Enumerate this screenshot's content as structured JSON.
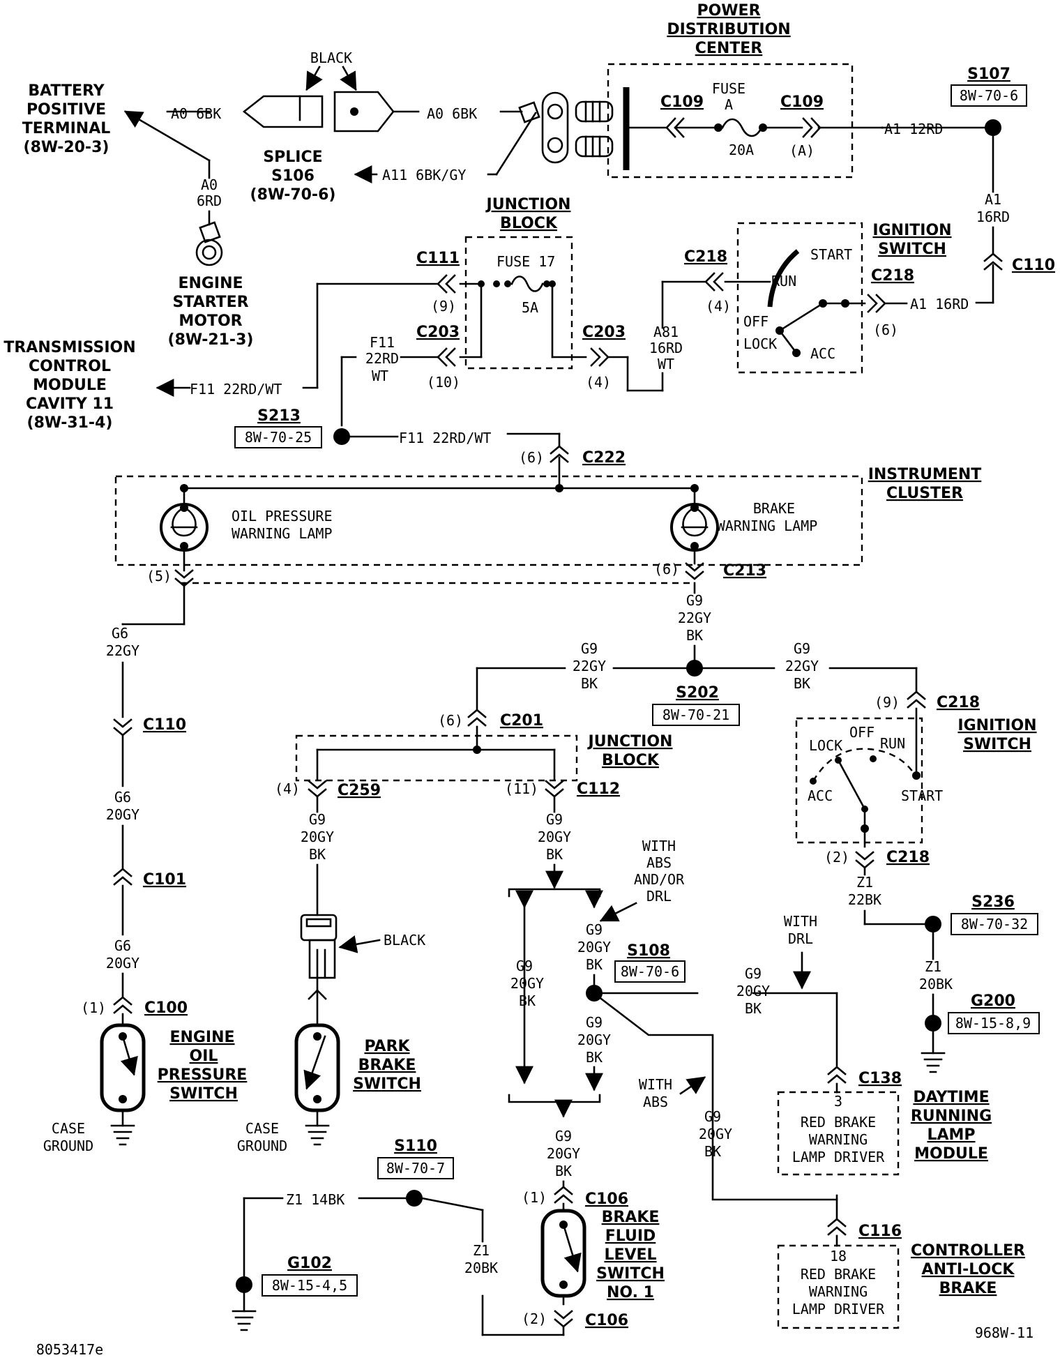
{
  "labels": {
    "pdc_title_1": "POWER",
    "pdc_title_2": "DISTRIBUTION",
    "pdc_title_3": "CENTER",
    "battery_1": "BATTERY",
    "battery_2": "POSITIVE",
    "battery_3": "TERMINAL",
    "battery_ref": "(8W-20-3)",
    "starter_1": "ENGINE",
    "starter_2": "STARTER",
    "starter_3": "MOTOR",
    "starter_ref": "(8W-21-3)",
    "splice_1": "SPLICE",
    "splice_2": "S106",
    "splice_ref": "(8W-70-6)",
    "black_top": "BLACK",
    "tcm_1": "TRANSMISSION",
    "tcm_2": "CONTROL",
    "tcm_3": "MODULE",
    "tcm_4": "CAVITY 11",
    "tcm_ref": "(8W-31-4)",
    "jb_top_1": "JUNCTION",
    "jb_top_2": "BLOCK",
    "ign_top_1": "IGNITION",
    "ign_top_2": "SWITCH",
    "ic_1": "INSTRUMENT",
    "ic_2": "CLUSTER",
    "oil_lamp_1": "OIL PRESSURE",
    "oil_lamp_2": "WARNING LAMP",
    "brake_lamp_1": "BRAKE",
    "brake_lamp_2": "WARNING LAMP",
    "jb_mid_1": "JUNCTION",
    "jb_mid_2": "BLOCK",
    "ign_mid_1": "IGNITION",
    "ign_mid_2": "SWITCH",
    "eops_1": "ENGINE",
    "eops_2": "OIL",
    "eops_3": "PRESSURE",
    "eops_4": "SWITCH",
    "pbs_1": "PARK",
    "pbs_2": "BRAKE",
    "pbs_3": "SWITCH",
    "bfls_1": "BRAKE",
    "bfls_2": "FLUID",
    "bfls_3": "LEVEL",
    "bfls_4": "SWITCH",
    "bfls_5": "NO. 1",
    "drl_1": "DAYTIME",
    "drl_2": "RUNNING",
    "drl_3": "LAMP",
    "drl_4": "MODULE",
    "cab_1": "CONTROLLER",
    "cab_2": "ANTI-LOCK",
    "cab_3": "BRAKE",
    "black_conn": "BLACK",
    "case_ground": "CASE",
    "case_ground2": "GROUND",
    "with_abs_drl_1": "WITH",
    "with_abs_drl_2": "ABS",
    "with_abs_drl_3": "AND/OR",
    "with_abs_drl_4": "DRL",
    "with_drl_1": "WITH",
    "with_drl_2": "DRL",
    "with_abs_1": "WITH",
    "with_abs_2": "ABS",
    "drl_pin": "3",
    "drl_desc_1": "RED BRAKE",
    "drl_desc_2": "WARNING",
    "drl_desc_3": "LAMP DRIVER",
    "cab_pin": "18",
    "cab_desc_1": "RED BRAKE",
    "cab_desc_2": "WARNING",
    "cab_desc_3": "LAMP DRIVER",
    "sw_start": "START",
    "sw_run": "RUN",
    "sw_off": "OFF",
    "sw_lock": "LOCK",
    "sw_acc": "ACC",
    "fuse_a": "FUSE",
    "fuse_a2": "A",
    "fuse_a_amp": "20A",
    "fuse_17": "FUSE 17",
    "fuse_17_amp": "5A",
    "doc_id": "8053417e",
    "page_id": "968W-11"
  },
  "splices": {
    "s107": "S107",
    "s107_ref": "8W-70-6",
    "s213": "S213",
    "s213_ref": "8W-70-25",
    "s202": "S202",
    "s202_ref": "8W-70-21",
    "s236": "S236",
    "s236_ref": "8W-70-32",
    "s108": "S108",
    "s108_ref": "8W-70-6",
    "g200": "G200",
    "g200_ref": "8W-15-8,9",
    "s110": "S110",
    "s110_ref": "8W-70-7",
    "g102": "G102",
    "g102_ref": "8W-15-4,5"
  },
  "connectors": {
    "c109a": "C109",
    "c109b": "C109",
    "c109_pin": "(A)",
    "c110": "C110",
    "c111": "C111",
    "c111_pin": "(9)",
    "c203a": "C203",
    "c203a_pin": "(10)",
    "c203b": "C203",
    "c203b_pin": "(4)",
    "c218a": "C218",
    "c218a_pin": "(4)",
    "c218b": "C218",
    "c218b_pin": "(6)",
    "c222": "C222",
    "c222_pin": "(6)",
    "c213": "C213",
    "c213_pin": "(6)",
    "c213_pin5": "(5)",
    "c110b": "C110",
    "c101": "C101",
    "c100": "C100",
    "c100_pin": "(1)",
    "c201": "C201",
    "c201_pin": "(6)",
    "c259": "C259",
    "c259_pin": "(4)",
    "c112": "C112",
    "c112_pin": "(11)",
    "c218c": "C218",
    "c218c_pin": "(9)",
    "c218d": "C218",
    "c218d_pin": "(2)",
    "c138": "C138",
    "c116": "C116",
    "c106a": "C106",
    "c106a_pin": "(1)",
    "c106b": "C106",
    "c106b_pin": "(2)"
  },
  "wires": {
    "a0_6bk_left": "A0  6BK",
    "a0_6bk_right": "A0  6BK",
    "a0_6rd_1": "A0",
    "a0_6rd_2": "6RD",
    "a11": "A11  6BK/GY",
    "a1_12rd": "A1  12RD",
    "a1_16rd_1": "A1",
    "a1_16rd_2": "16RD",
    "a1_16rd_h": "A1  16RD",
    "a81_1": "A81",
    "a81_2": "16RD",
    "a81_3": "WT",
    "f11_v1": "F11",
    "f11_v2": "22RD",
    "f11_v3": "WT",
    "f11_tcm": "F11  22RD/WT",
    "f11_s213": "F11  22RD/WT",
    "g6_1a": "G6",
    "g6_1b": "22GY",
    "g6_2a": "G6",
    "g6_2b": "20GY",
    "g6_3a": "G6",
    "g6_3b": "20GY",
    "g9_top_1": "G9",
    "g9_top_2": "22GY",
    "g9_top_3": "BK",
    "g9_l_1": "G9",
    "g9_l_2": "22GY",
    "g9_l_3": "BK",
    "g9_r_1": "G9",
    "g9_r_2": "22GY",
    "g9_r_3": "BK",
    "g9_pb_1": "G9",
    "g9_pb_2": "20GY",
    "g9_pb_3": "BK",
    "g9_c112_1": "G9",
    "g9_c112_2": "20GY",
    "g9_c112_3": "BK",
    "g9_a_1": "G9",
    "g9_a_2": "20GY",
    "g9_a_3": "BK",
    "g9_b_1": "G9",
    "g9_b_2": "20GY",
    "g9_b_3": "BK",
    "g9_c_1": "G9",
    "g9_c_2": "20GY",
    "g9_c_3": "BK",
    "g9_d_1": "G9",
    "g9_d_2": "20GY",
    "g9_d_3": "BK",
    "g9_e_1": "G9",
    "g9_e_2": "20GY",
    "g9_e_3": "BK",
    "g9_f_1": "G9",
    "g9_f_2": "20GY",
    "g9_f_3": "BK",
    "z1_22bk_1": "Z1",
    "z1_22bk_2": "22BK",
    "z1_20bk_1": "Z1",
    "z1_20bk_2": "20BK",
    "z1_14bk": "Z1  14BK",
    "z1_20bk_b1": "Z1",
    "z1_20bk_b2": "20BK"
  }
}
